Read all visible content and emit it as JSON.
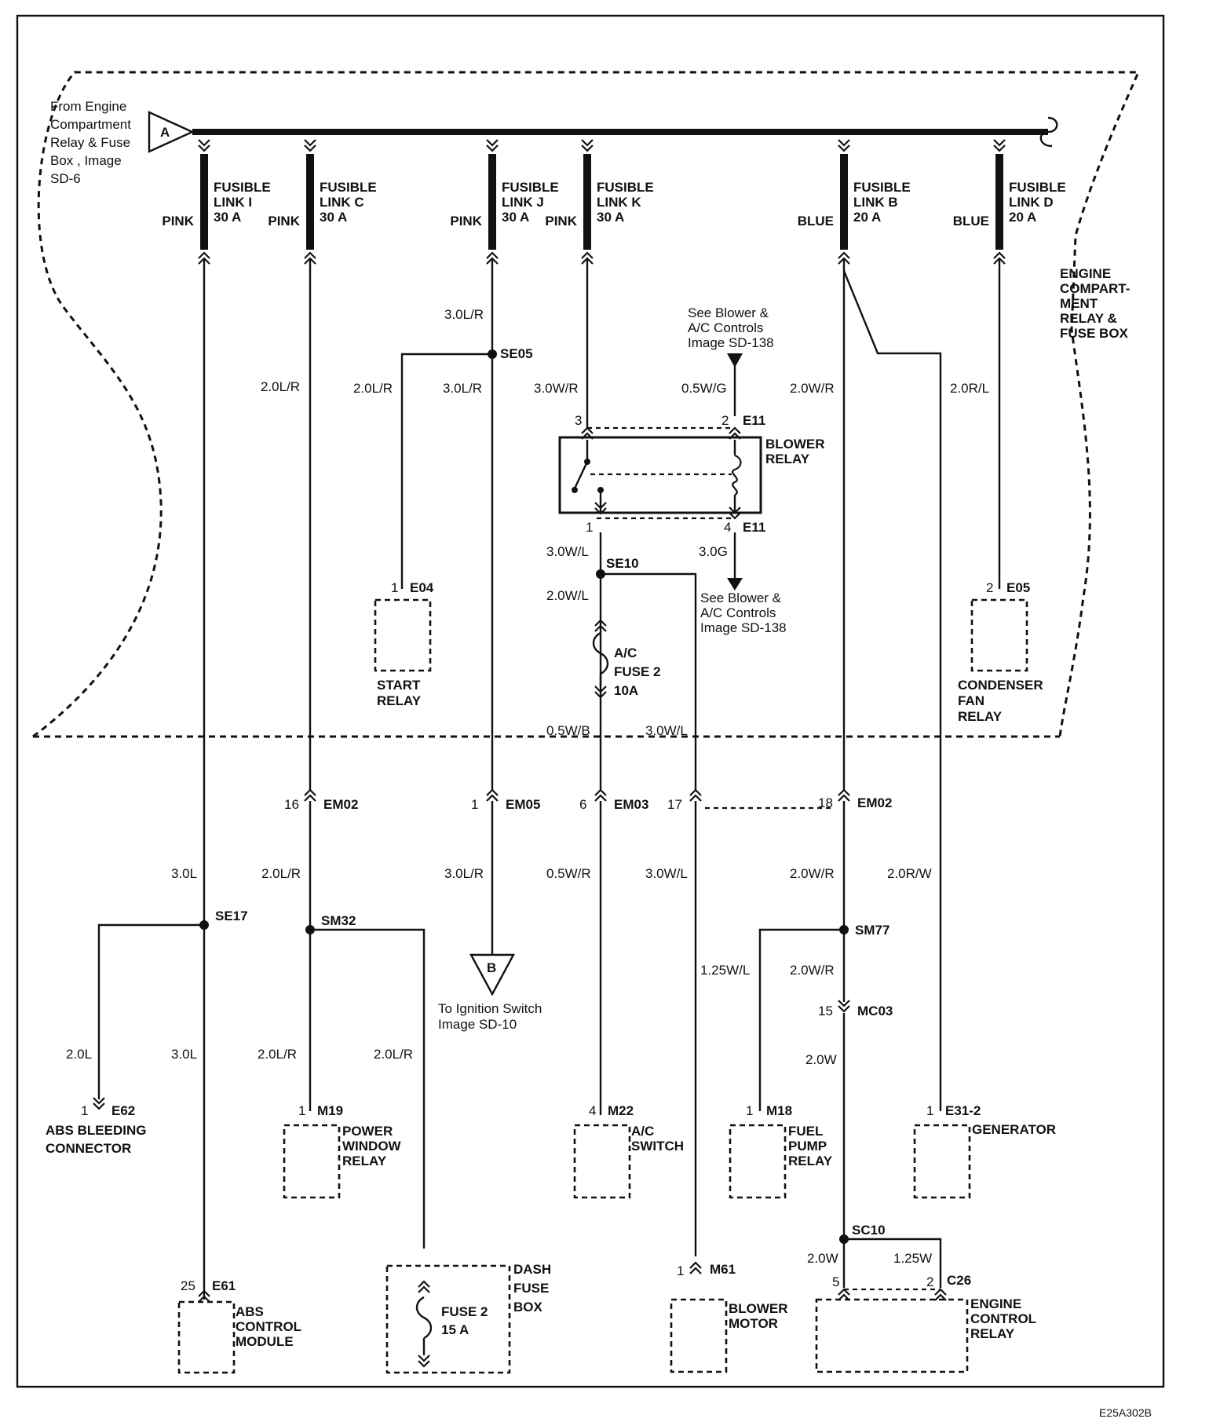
{
  "diagram_code": "E25A302B",
  "source_connector": {
    "letter": "A",
    "lines": [
      "From  Engine",
      "Compartment",
      "Relay & Fuse",
      "Box ,  Image",
      "SD-6"
    ]
  },
  "engine_box_label": [
    "ENGINE",
    "COMPART-",
    "MENT",
    "RELAY &",
    "FUSE BOX"
  ],
  "fusible_links": [
    {
      "l1": "FUSIBLE",
      "l2": "LINK I",
      "rating": "30 A",
      "color": "PINK"
    },
    {
      "l1": "FUSIBLE",
      "l2": "LINK C",
      "rating": "30 A",
      "color": "PINK"
    },
    {
      "l1": "FUSIBLE",
      "l2": "LINK J",
      "rating": "30 A",
      "color": "PINK"
    },
    {
      "l1": "FUSIBLE",
      "l2": "LINK K",
      "rating": "30 A",
      "color": "PINK"
    },
    {
      "l1": "FUSIBLE",
      "l2": "LINK B",
      "rating": "20 A",
      "color": "BLUE"
    },
    {
      "l1": "FUSIBLE",
      "l2": "LINK D",
      "rating": "20 A",
      "color": "BLUE"
    }
  ],
  "splices": {
    "se05": "SE05",
    "se10": "SE10",
    "se17": "SE17",
    "sm32": "SM32",
    "sm77": "SM77",
    "sc10": "SC10"
  },
  "wires": {
    "w_30lr_top": "3.0L/R",
    "w_20lr_c": "2.0L/R",
    "w_20lr_start": "2.0L/R",
    "w_30lr_j": "3.0L/R",
    "w_30wr": "3.0W/R",
    "w_05wg": "0.5W/G",
    "w_20wr_b": "2.0W/R",
    "w_20rl": "2.0R/L",
    "w_30wl": "3.0W/L",
    "w_30g": "3.0G",
    "w_20wl": "2.0W/L",
    "w_05wb": "0.5W/B",
    "w_30wl_2": "3.0W/L",
    "w_30l_i": "3.0L",
    "w_20lr_em02": "2.0L/R",
    "w_30lr_em05": "3.0L/R",
    "w_05wr": "0.5W/R",
    "w_30wl_em": "3.0W/L",
    "w_20wr_em02": "2.0W/R",
    "w_20rw": "2.0R/W",
    "w_20l_abs": "2.0L",
    "w_30l_abs": "3.0L",
    "w_20lr_m19": "2.0L/R",
    "w_20lr_dash": "2.0L/R",
    "w_125wl": "1.25W/L",
    "w_20wr_sm77": "2.0W/R",
    "w_20w_mc03": "2.0W",
    "w_20w_sc10": "2.0W",
    "w_125w": "1.25W"
  },
  "notes": {
    "see_top": [
      "See Blower &",
      "A/C Controls",
      "Image   SD-138"
    ],
    "see_bottom": [
      "See Blower &",
      "A/C Controls",
      "Image   SD-138"
    ],
    "ignition": [
      "To Ignition Switch",
      "Image   SD-10"
    ]
  },
  "blower_relay": {
    "name": [
      "BLOWER",
      "RELAY"
    ],
    "conn": "E11",
    "conn2": "E11",
    "p3": "3",
    "p2": "2",
    "p1": "1",
    "p4": "4"
  },
  "ac_fuse": {
    "l1": "A/C",
    "l2": "FUSE 2",
    "l3": "10A"
  },
  "ignition_connector": {
    "letter": "B"
  },
  "connectors": {
    "e04": {
      "pin": "1",
      "name": "E04"
    },
    "e05": {
      "pin": "2",
      "name": "E05"
    },
    "em02a": {
      "pin": "16",
      "name": "EM02"
    },
    "em05": {
      "pin": "1",
      "name": "EM05"
    },
    "em03": {
      "pin": "6",
      "name": "EM03"
    },
    "em17": {
      "pin": "17"
    },
    "em02b": {
      "pin": "18",
      "name": "EM02"
    },
    "mc03": {
      "pin": "15",
      "name": "MC03"
    },
    "e62": {
      "pin": "1",
      "name": "E62"
    },
    "m19": {
      "pin": "1",
      "name": "M19"
    },
    "m22": {
      "pin": "4",
      "name": "M22"
    },
    "m18": {
      "pin": "1",
      "name": "M18"
    },
    "e31": {
      "pin": "1",
      "name": "E31-2"
    },
    "e61": {
      "pin": "25",
      "name": "E61"
    },
    "m61": {
      "pin": "1",
      "name": "M61"
    },
    "c26": {
      "pin5": "5",
      "pin2": "2",
      "name": "C26"
    }
  },
  "components": {
    "start_relay": [
      "START",
      "RELAY"
    ],
    "condenser_fan_relay": [
      "CONDENSER",
      "FAN",
      "RELAY"
    ],
    "abs_bleeding": [
      "ABS BLEEDING",
      "CONNECTOR"
    ],
    "power_window_relay": [
      "POWER",
      "WINDOW",
      "RELAY"
    ],
    "ac_switch": [
      "A/C",
      "SWITCH"
    ],
    "fuel_pump_relay": [
      "FUEL",
      "PUMP",
      "RELAY"
    ],
    "generator": [
      "GENERATOR"
    ],
    "abs_module": [
      "ABS",
      "CONTROL",
      "MODULE"
    ],
    "dash_fuse_box": [
      "DASH",
      "FUSE",
      "BOX"
    ],
    "dash_fuse": [
      "FUSE 2",
      "15 A"
    ],
    "blower_motor": [
      "BLOWER",
      "MOTOR"
    ],
    "ecr": [
      "ENGINE",
      "CONTROL",
      "RELAY"
    ]
  }
}
